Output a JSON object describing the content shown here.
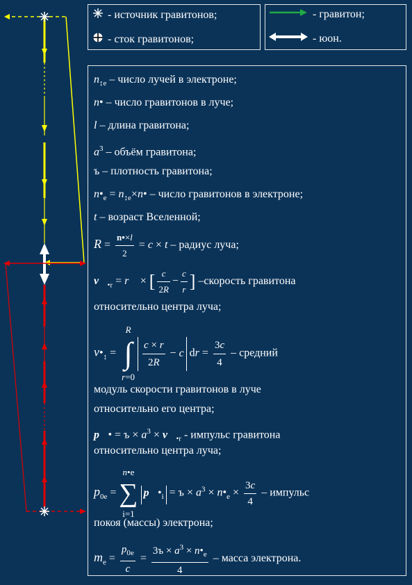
{
  "legend": {
    "source_label": "- источник гравитонов;",
    "sink_label": "- сток гравитонов;",
    "graviton_label": "- гравитон;",
    "yuon_label": "- юон."
  },
  "definitions": {
    "n_ray": "– число лучей в электроне;",
    "n_dot": "– число гравитонов в луче;",
    "l_def": "– длина гравитона;",
    "a3_def": "– объём гравитона;",
    "rho_def": "– плотность гравитона;",
    "ne_def": "– число гравитонов в электроне;",
    "t_def": "– возраст Вселенной;",
    "R_def": "– радиус луча;",
    "v_def_a": "–скорость  гравитона",
    "v_def_b": "относительно центра луча;",
    "vavg_def_a": "средний",
    "vavg_def_b": "модуль  скорости  гравитонов в луче",
    "vavg_def_c": "относительно его центра;",
    "p_def_a": "- импульс гравитона",
    "p_def_b": "относительно центра луча;",
    "p0_def_a": "– импульс",
    "p0_def_b": "покоя (массы) электрона;",
    "m_def": "–  масса электрона."
  },
  "colors": {
    "background": "#0b3358",
    "source_ray": "#ffff00",
    "sink_ray": "#e00000",
    "graviton": "#22aa44",
    "yuon": "#ffffff",
    "border": "#e8e8e8"
  }
}
